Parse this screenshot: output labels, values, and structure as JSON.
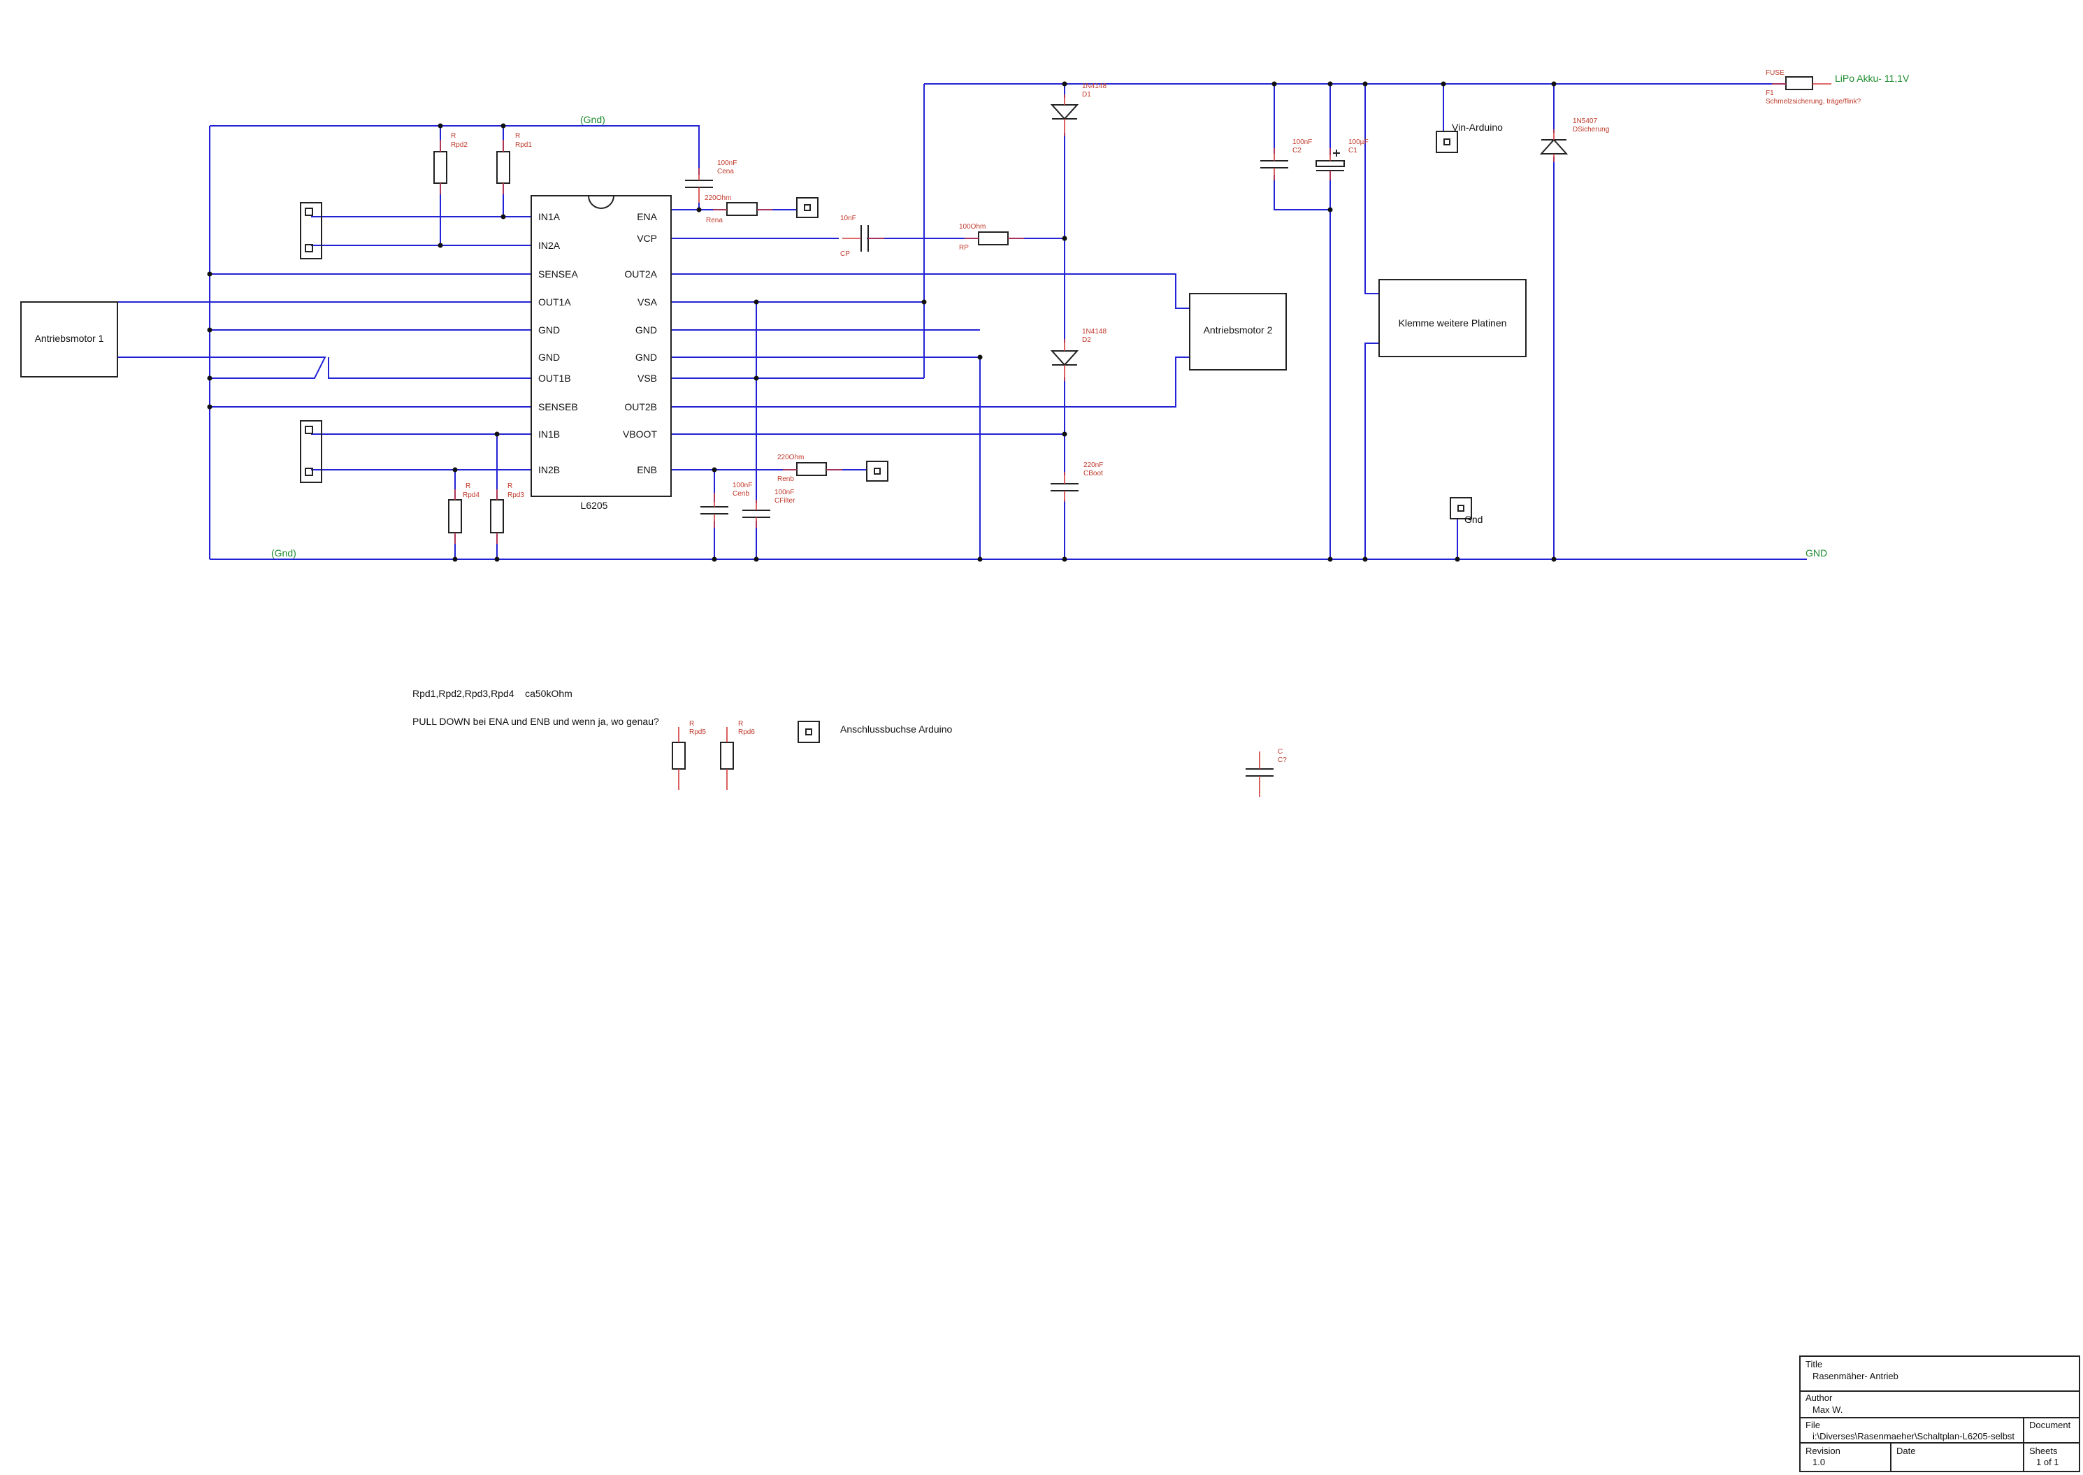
{
  "ic": {
    "name": "L6205",
    "left_pins": [
      "IN1A",
      "IN2A",
      "SENSEA",
      "OUT1A",
      "GND",
      "GND",
      "OUT1B",
      "SENSEB",
      "IN1B",
      "IN2B"
    ],
    "right_pins": [
      "ENA",
      "VCP",
      "OUT2A",
      "VSA",
      "GND",
      "GND",
      "VSB",
      "OUT2B",
      "VBOOT",
      "ENB"
    ]
  },
  "blocks": {
    "motor1": "Antriebsmotor 1",
    "motor2": "Antriebsmotor 2",
    "terminal": "Klemme weitere Platinen"
  },
  "nets": {
    "gnd_top": "(Gnd)",
    "gnd_bottom": "(Gnd)",
    "gnd_right": "GND",
    "lipo": "LiPo Akku- 11,1V"
  },
  "components": {
    "rpd2": {
      "type": "R",
      "name": "Rpd2"
    },
    "rpd1": {
      "type": "R",
      "name": "Rpd1"
    },
    "cena": {
      "value": "100nF",
      "name": "Cena"
    },
    "rena": {
      "value": "220Ohm",
      "name": "Rena"
    },
    "cp": {
      "value": "10nF",
      "name": "CP"
    },
    "rp": {
      "value": "100Ohm",
      "name": "RP"
    },
    "d1": {
      "value": "1N4148",
      "name": "D1"
    },
    "d2": {
      "value": "1N4148",
      "name": "D2"
    },
    "cboot": {
      "value": "220nF",
      "name": "CBoot"
    },
    "rpd4": {
      "type": "R",
      "name": "Rpd4"
    },
    "rpd3": {
      "type": "R",
      "name": "Rpd3"
    },
    "cenb": {
      "value": "100nF",
      "name": "Cenb"
    },
    "cfilter": {
      "value": "100nF",
      "name": "CFilter"
    },
    "renb": {
      "value": "220Ohm",
      "name": "Renb"
    },
    "c2": {
      "value": "100nF",
      "name": "C2"
    },
    "c1": {
      "value": "100µF",
      "name": "C1"
    },
    "dsich": {
      "value": "1N5407",
      "name": "DSicherung"
    },
    "fuse": {
      "type": "FUSE",
      "name": "F1",
      "desc": "Schmelzsicherung, träge/flink?"
    },
    "rpd5": {
      "type": "R",
      "name": "Rpd5"
    },
    "rpd6": {
      "type": "R",
      "name": "Rpd6"
    },
    "cq": {
      "type": "C",
      "name": "C?"
    }
  },
  "connectors": {
    "vin": "Vin-Arduino",
    "gnd": "Gnd"
  },
  "notes": {
    "line1": "Rpd1,Rpd2,Rpd3,Rpd4    ca50kOhm",
    "line2": "PULL DOWN bei ENA und ENB und wenn ja, wo genau?",
    "legend": "Anschlussbuchse Arduino"
  },
  "title_block": {
    "title_label": "Title",
    "title": "Rasenmäher- Antrieb",
    "author_label": "Author",
    "author": "Max W.",
    "file_label": "File",
    "file": "i:\\Diverses\\Rasenmaeher\\Schaltplan-L6205-selbst",
    "document_label": "Document",
    "revision_label": "Revision",
    "revision": "1.0",
    "date_label": "Date",
    "sheets_label": "Sheets",
    "sheets": "1 of 1"
  },
  "colors": {
    "wire": "#2323d6",
    "pin": "#d23a3a",
    "net_label": "#1e8c2e",
    "component": "#222222"
  }
}
